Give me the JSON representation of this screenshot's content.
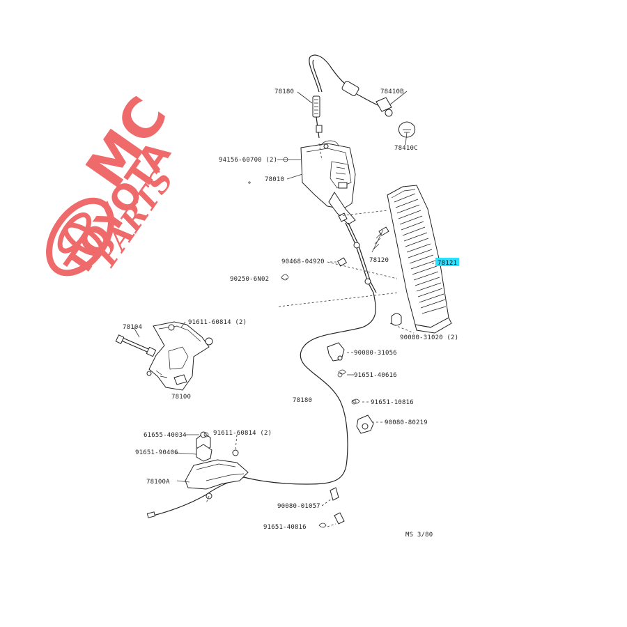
{
  "watermark": {
    "line1": "MC",
    "line2": "TOYOTA",
    "line3": "PARTS",
    "color": "#ef6b6b",
    "emblem": "toyota-emblem-icon"
  },
  "highlight_color": "#2ee0ff",
  "labels": {
    "l78180_top": "78180",
    "l78410B": "78410B",
    "l78410C": "78410C",
    "l94mount": "94156-60700 (2)",
    "l78010": "78010",
    "l78121": "78121",
    "l78120": "78120",
    "l90468": "90468-04920",
    "l90250": "90250-6N02",
    "l90080pad": "90080-31020 (2)",
    "l78104": "78104",
    "l91611_a": "91611-60814 (2)",
    "l78100": "78100",
    "l90080_c": "90080-31056",
    "l91651_a": "91651-40616",
    "l78180_mid": "78180",
    "l91651_b": "91651-10816",
    "l90080_d": "90080-80219",
    "l61655": "61655-40034",
    "l91611_b": "91611-60814 (2)",
    "l91651_c": "91651-90406",
    "l78100A": "78100A",
    "l90080_e": "90080-01057",
    "l91651_d": "91651-40816",
    "l_ref": "MS 3/80"
  }
}
